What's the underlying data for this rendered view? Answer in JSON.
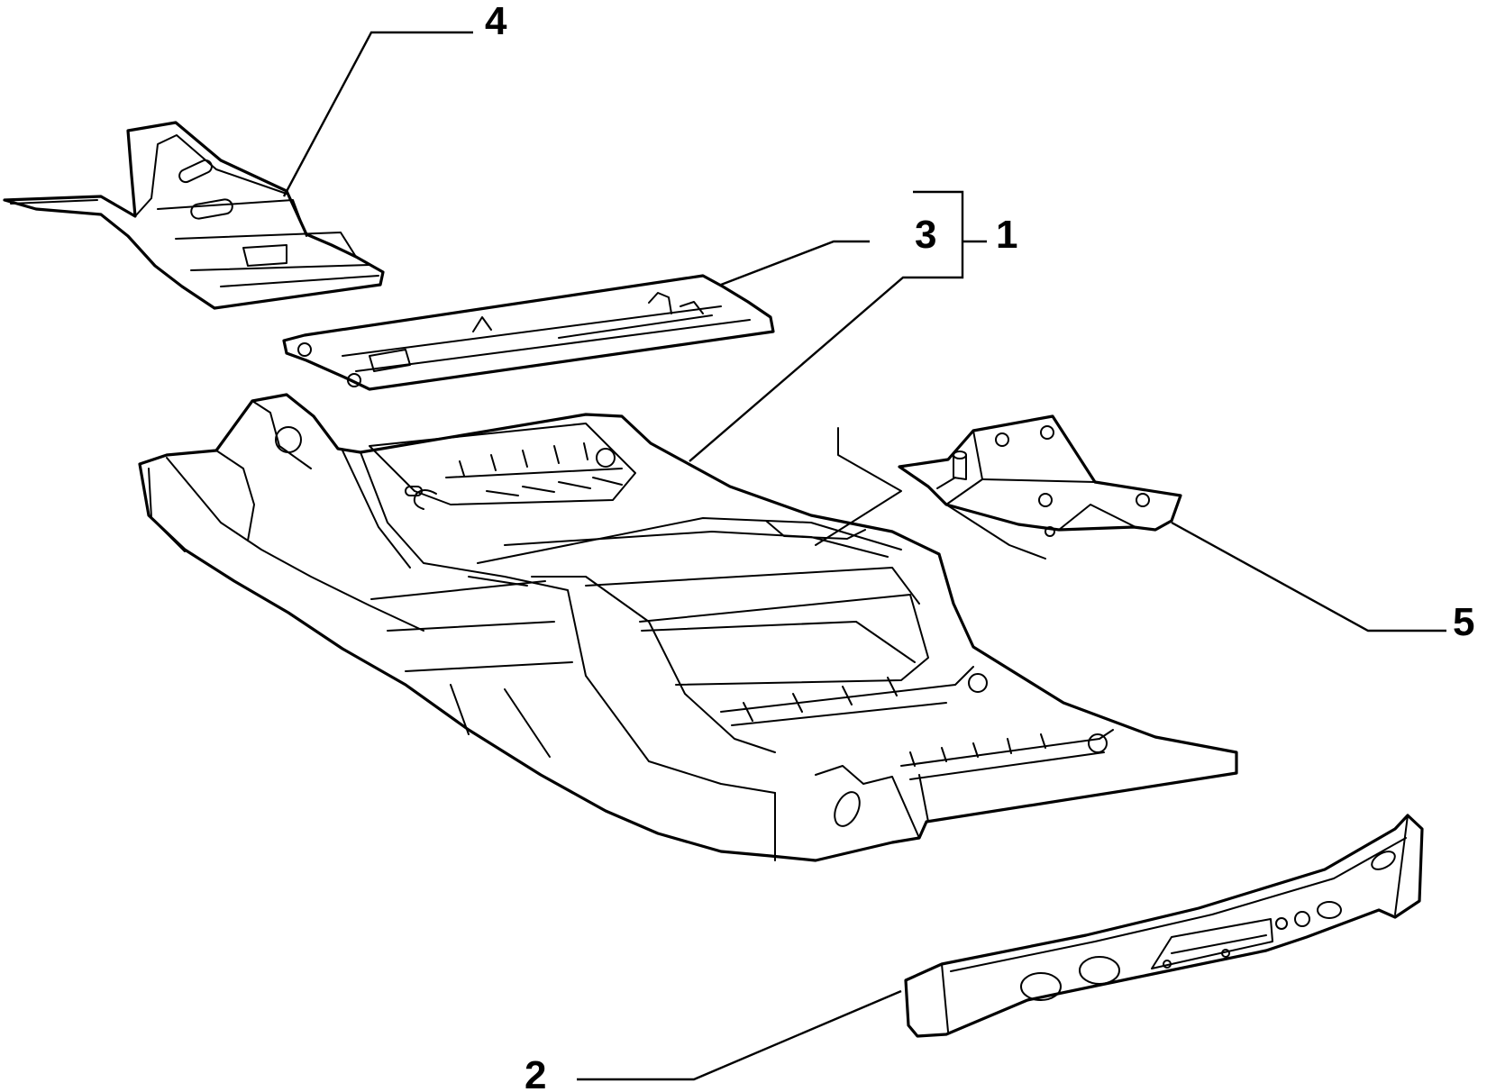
{
  "diagram": {
    "callouts": [
      {
        "id": "1",
        "label": "1"
      },
      {
        "id": "2",
        "label": "2"
      },
      {
        "id": "3",
        "label": "3"
      },
      {
        "id": "4",
        "label": "4"
      },
      {
        "id": "5",
        "label": "5"
      }
    ],
    "parts": [
      {
        "name": "floor-panel-assembly",
        "callout": "1"
      },
      {
        "name": "front-crossmember",
        "callout": "2"
      },
      {
        "name": "seat-crossmember",
        "callout": "3"
      },
      {
        "name": "rear-bracket-panel",
        "callout": "4"
      },
      {
        "name": "side-bracket",
        "callout": "5"
      }
    ],
    "colors": {
      "line": "#000000",
      "background": "#ffffff"
    }
  }
}
